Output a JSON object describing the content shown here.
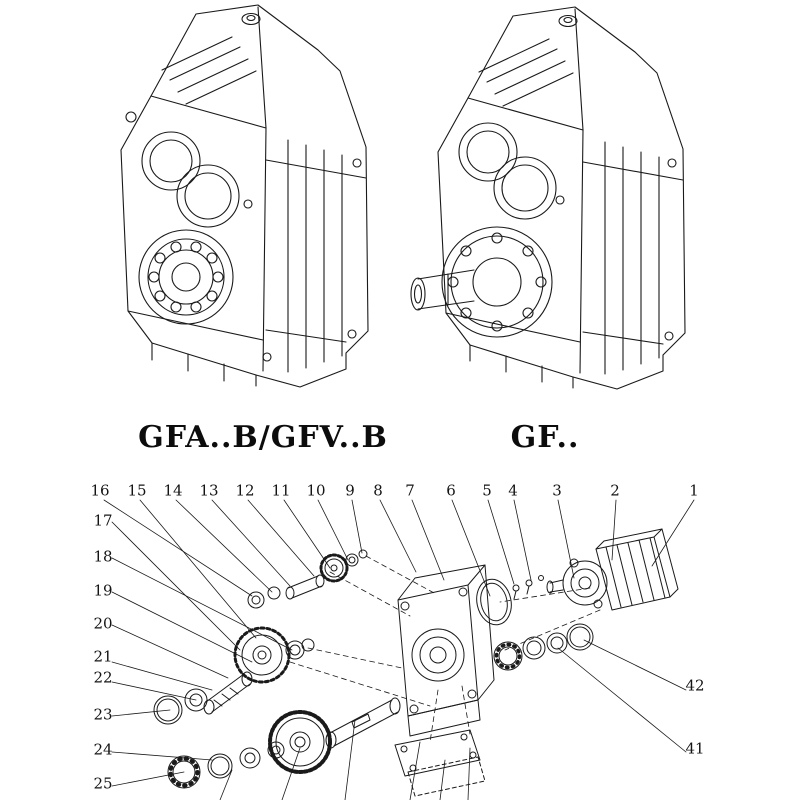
{
  "figures": {
    "left": {
      "label": "GFA..B/GFV..B"
    },
    "right": {
      "label": "GF.."
    }
  },
  "exploded": {
    "callouts_top": [
      "16",
      "15",
      "14",
      "13",
      "12",
      "11",
      "10",
      "9",
      "8",
      "7",
      "6",
      "5",
      "4",
      "3",
      "2",
      "1"
    ],
    "callouts_left": [
      "17",
      "18",
      "19",
      "20",
      "21",
      "22",
      "23",
      "24",
      "25"
    ],
    "callouts_right": [
      "42",
      "41"
    ]
  },
  "colors": {
    "line": "#1a1a1a",
    "background": "#ffffff"
  },
  "icons": {
    "drawing_style": "engineering-line-drawing"
  }
}
